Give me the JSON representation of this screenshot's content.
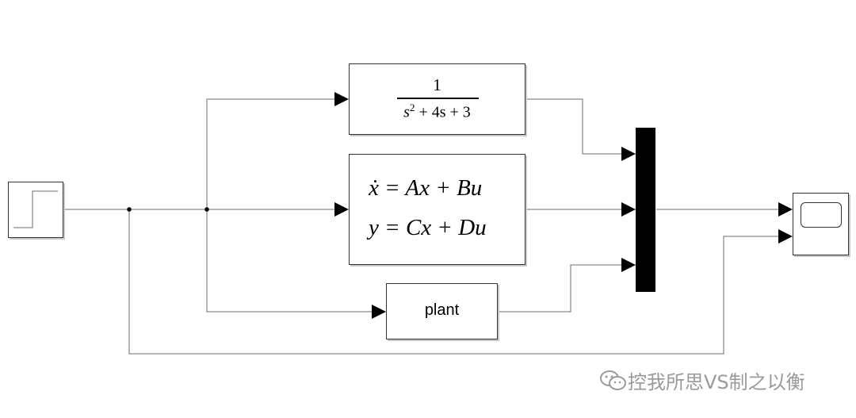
{
  "diagram": {
    "blocks": {
      "step": {
        "type": "step-source"
      },
      "transfer_fcn": {
        "numerator": "1",
        "denominator": {
          "s": "s",
          "sup": "2",
          "rest": " + 4s + 3"
        }
      },
      "state_space": {
        "line1": "ẋ = Ax + Bu",
        "line2": "y = Cx + Du"
      },
      "plant": {
        "label": "plant"
      },
      "mux": {
        "type": "mux"
      },
      "scope": {
        "type": "scope"
      }
    }
  },
  "watermark": {
    "text": "控我所思VS制之以衡"
  },
  "colors": {
    "line": "#6e6e6e",
    "block_border": "#333333",
    "mux_fill": "#000000"
  }
}
